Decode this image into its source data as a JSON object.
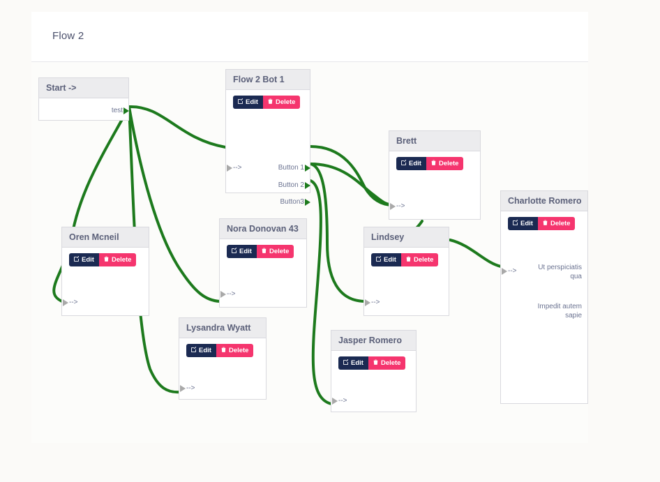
{
  "header": {
    "title": "Flow 2"
  },
  "colors": {
    "edge": "#1d7a1d",
    "edit_button": "#1b2a52",
    "delete_button": "#f5356e",
    "node_header": "#ececee",
    "node_border": "#d9d9de",
    "canvas": "#fcfcfa",
    "page_background": "#fbfaf8",
    "title_text": "#4a4f6b"
  },
  "buttons": {
    "edit_label": "Edit",
    "delete_label": "Delete"
  },
  "icons": {
    "edit": "pencil-square-icon",
    "delete": "trash-icon"
  },
  "nodes": [
    {
      "id": "start",
      "title": "Start ->",
      "has_actions": false,
      "inputs": [],
      "outputs": [
        "test"
      ]
    },
    {
      "id": "flow2bot1",
      "title": "Flow 2 Bot 1",
      "has_actions": true,
      "inputs": [
        "-->"
      ],
      "outputs": [
        "Button 1",
        "Button 2",
        "Button3"
      ]
    },
    {
      "id": "brett",
      "title": "Brett",
      "has_actions": true,
      "inputs": [
        "-->"
      ],
      "outputs": []
    },
    {
      "id": "charlotte",
      "title": "Charlotte Romero",
      "has_actions": true,
      "inputs": [
        "-->"
      ],
      "outputs": [
        "Ut perspiciatis qua",
        "Impedit autem sapie"
      ]
    },
    {
      "id": "oren",
      "title": "Oren Mcneil",
      "has_actions": true,
      "inputs": [
        "-->"
      ],
      "outputs": []
    },
    {
      "id": "nora",
      "title": "Nora Donovan 43",
      "has_actions": true,
      "inputs": [
        "-->"
      ],
      "outputs": []
    },
    {
      "id": "lindsey",
      "title": "Lindsey",
      "has_actions": true,
      "inputs": [
        "-->"
      ],
      "outputs": []
    },
    {
      "id": "lysandra",
      "title": "Lysandra Wyatt",
      "has_actions": true,
      "inputs": [
        "-->"
      ],
      "outputs": []
    },
    {
      "id": "jasper",
      "title": "Jasper Romero",
      "has_actions": true,
      "inputs": [
        "-->"
      ],
      "outputs": []
    }
  ],
  "edges": [
    {
      "from": "start.test",
      "to": "oren.in"
    },
    {
      "from": "start.test",
      "to": "flow2bot1.in"
    },
    {
      "from": "start.test",
      "to": "nora.in"
    },
    {
      "from": "start.test",
      "to": "lysandra.in"
    },
    {
      "from": "flow2bot1.Button 1",
      "to": "brett.in"
    },
    {
      "from": "flow2bot1.Button 2",
      "to": "brett.in"
    },
    {
      "from": "flow2bot1.Button 2",
      "to": "lindsey.in"
    },
    {
      "from": "flow2bot1.Button3",
      "to": "jasper.in"
    },
    {
      "from": "brett.out",
      "to": "lindsey.in"
    },
    {
      "from": "lindsey.out",
      "to": "charlotte.in"
    }
  ]
}
